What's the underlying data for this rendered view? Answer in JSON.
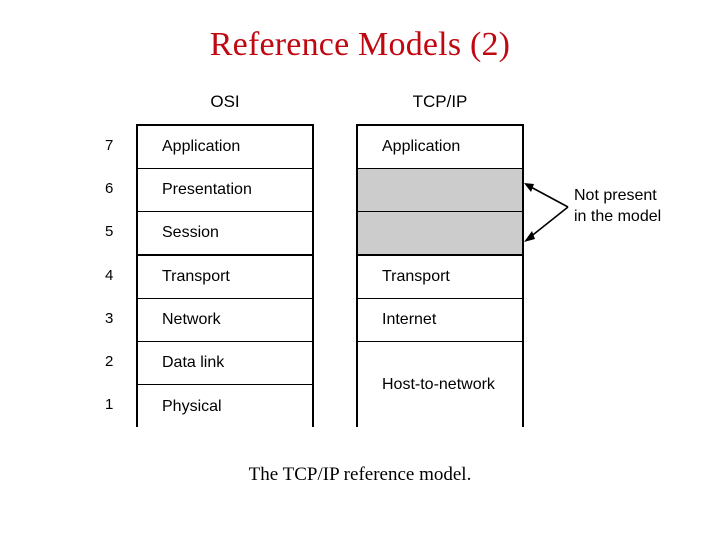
{
  "slide": {
    "title": "Reference Models (2)",
    "caption": "The TCP/IP reference model.",
    "title_color": "#c00812",
    "gray_color": "#cccccc"
  },
  "columns": {
    "osi": {
      "header": "OSI",
      "layer_numbers": [
        "7",
        "6",
        "5",
        "4",
        "3",
        "2",
        "1"
      ],
      "layers": [
        {
          "name": "Application"
        },
        {
          "name": "Presentation"
        },
        {
          "name": "Session"
        },
        {
          "name": "Transport"
        },
        {
          "name": "Network"
        },
        {
          "name": "Data link"
        },
        {
          "name": "Physical"
        }
      ]
    },
    "tcpip": {
      "header": "TCP/IP",
      "layers": [
        {
          "name": "Application",
          "span": 1,
          "empty": false
        },
        {
          "name": "",
          "span": 1,
          "empty": true
        },
        {
          "name": "",
          "span": 1,
          "empty": true
        },
        {
          "name": "Transport",
          "span": 1,
          "empty": false
        },
        {
          "name": "Internet",
          "span": 1,
          "empty": false
        },
        {
          "name": "Host-to-network",
          "span": 2,
          "empty": false
        }
      ]
    }
  },
  "annotation": {
    "line1": "Not present",
    "line2": "in the model"
  }
}
